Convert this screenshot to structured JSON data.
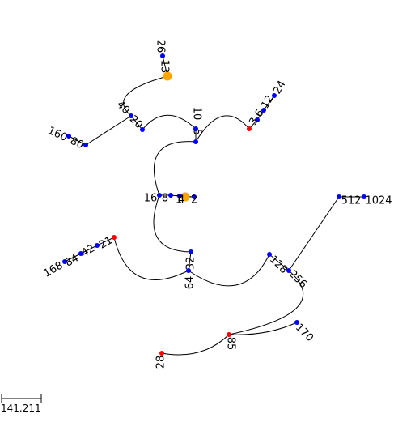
{
  "colors": {
    "root": "#ffa500",
    "branch": "#ff0000",
    "leaf": "#0000ff",
    "edge": "#000000"
  },
  "nodes": [
    {
      "id": "n1",
      "label": "1",
      "kind": "root"
    },
    {
      "id": "n2",
      "label": "2",
      "kind": "leaf"
    },
    {
      "id": "n4",
      "label": "4",
      "kind": "leaf"
    },
    {
      "id": "n8",
      "label": "8",
      "kind": "leaf"
    },
    {
      "id": "n16",
      "label": "16",
      "kind": "leaf"
    },
    {
      "id": "n5",
      "label": "5",
      "kind": "leaf"
    },
    {
      "id": "n10",
      "label": "10",
      "kind": "leaf"
    },
    {
      "id": "n3",
      "label": "3",
      "kind": "branch"
    },
    {
      "id": "n6",
      "label": "6",
      "kind": "leaf"
    },
    {
      "id": "n12",
      "label": "12",
      "kind": "leaf"
    },
    {
      "id": "n24",
      "label": "24",
      "kind": "leaf"
    },
    {
      "id": "n20",
      "label": "20",
      "kind": "leaf"
    },
    {
      "id": "n40",
      "label": "40",
      "kind": "leaf"
    },
    {
      "id": "n13",
      "label": "13",
      "kind": "root"
    },
    {
      "id": "n26",
      "label": "26",
      "kind": "leaf"
    },
    {
      "id": "n80",
      "label": "80",
      "kind": "leaf"
    },
    {
      "id": "n160",
      "label": "160",
      "kind": "leaf"
    },
    {
      "id": "n32",
      "label": "32",
      "kind": "leaf"
    },
    {
      "id": "n64",
      "label": "64",
      "kind": "leaf"
    },
    {
      "id": "n21",
      "label": "21",
      "kind": "branch"
    },
    {
      "id": "n42",
      "label": "42",
      "kind": "leaf"
    },
    {
      "id": "n84",
      "label": "84",
      "kind": "leaf"
    },
    {
      "id": "n168",
      "label": "168",
      "kind": "leaf"
    },
    {
      "id": "n128",
      "label": "128",
      "kind": "leaf"
    },
    {
      "id": "n256",
      "label": "256",
      "kind": "leaf"
    },
    {
      "id": "n512",
      "label": "512",
      "kind": "leaf"
    },
    {
      "id": "n1024",
      "label": "1024",
      "kind": "leaf"
    },
    {
      "id": "n85",
      "label": "85",
      "kind": "branch"
    },
    {
      "id": "n170",
      "label": "170",
      "kind": "leaf"
    },
    {
      "id": "n28",
      "label": "28",
      "kind": "branch"
    }
  ],
  "edges": [
    [
      "n1",
      "n2"
    ],
    [
      "n2",
      "n4"
    ],
    [
      "n4",
      "n8"
    ],
    [
      "n8",
      "n16"
    ],
    [
      "n16",
      "n5"
    ],
    [
      "n5",
      "n10"
    ],
    [
      "n5",
      "n3"
    ],
    [
      "n3",
      "n6"
    ],
    [
      "n6",
      "n12"
    ],
    [
      "n12",
      "n24"
    ],
    [
      "n10",
      "n20"
    ],
    [
      "n20",
      "n40"
    ],
    [
      "n40",
      "n13"
    ],
    [
      "n13",
      "n26"
    ],
    [
      "n40",
      "n80"
    ],
    [
      "n80",
      "n160"
    ],
    [
      "n16",
      "n32"
    ],
    [
      "n32",
      "n64"
    ],
    [
      "n64",
      "n21"
    ],
    [
      "n21",
      "n42"
    ],
    [
      "n42",
      "n84"
    ],
    [
      "n84",
      "n168"
    ],
    [
      "n64",
      "n128"
    ],
    [
      "n128",
      "n256"
    ],
    [
      "n256",
      "n512"
    ],
    [
      "n512",
      "n1024"
    ],
    [
      "n256",
      "n85"
    ],
    [
      "n85",
      "n170"
    ],
    [
      "n85",
      "n28"
    ]
  ],
  "scale_bar": {
    "label": "141.211"
  }
}
